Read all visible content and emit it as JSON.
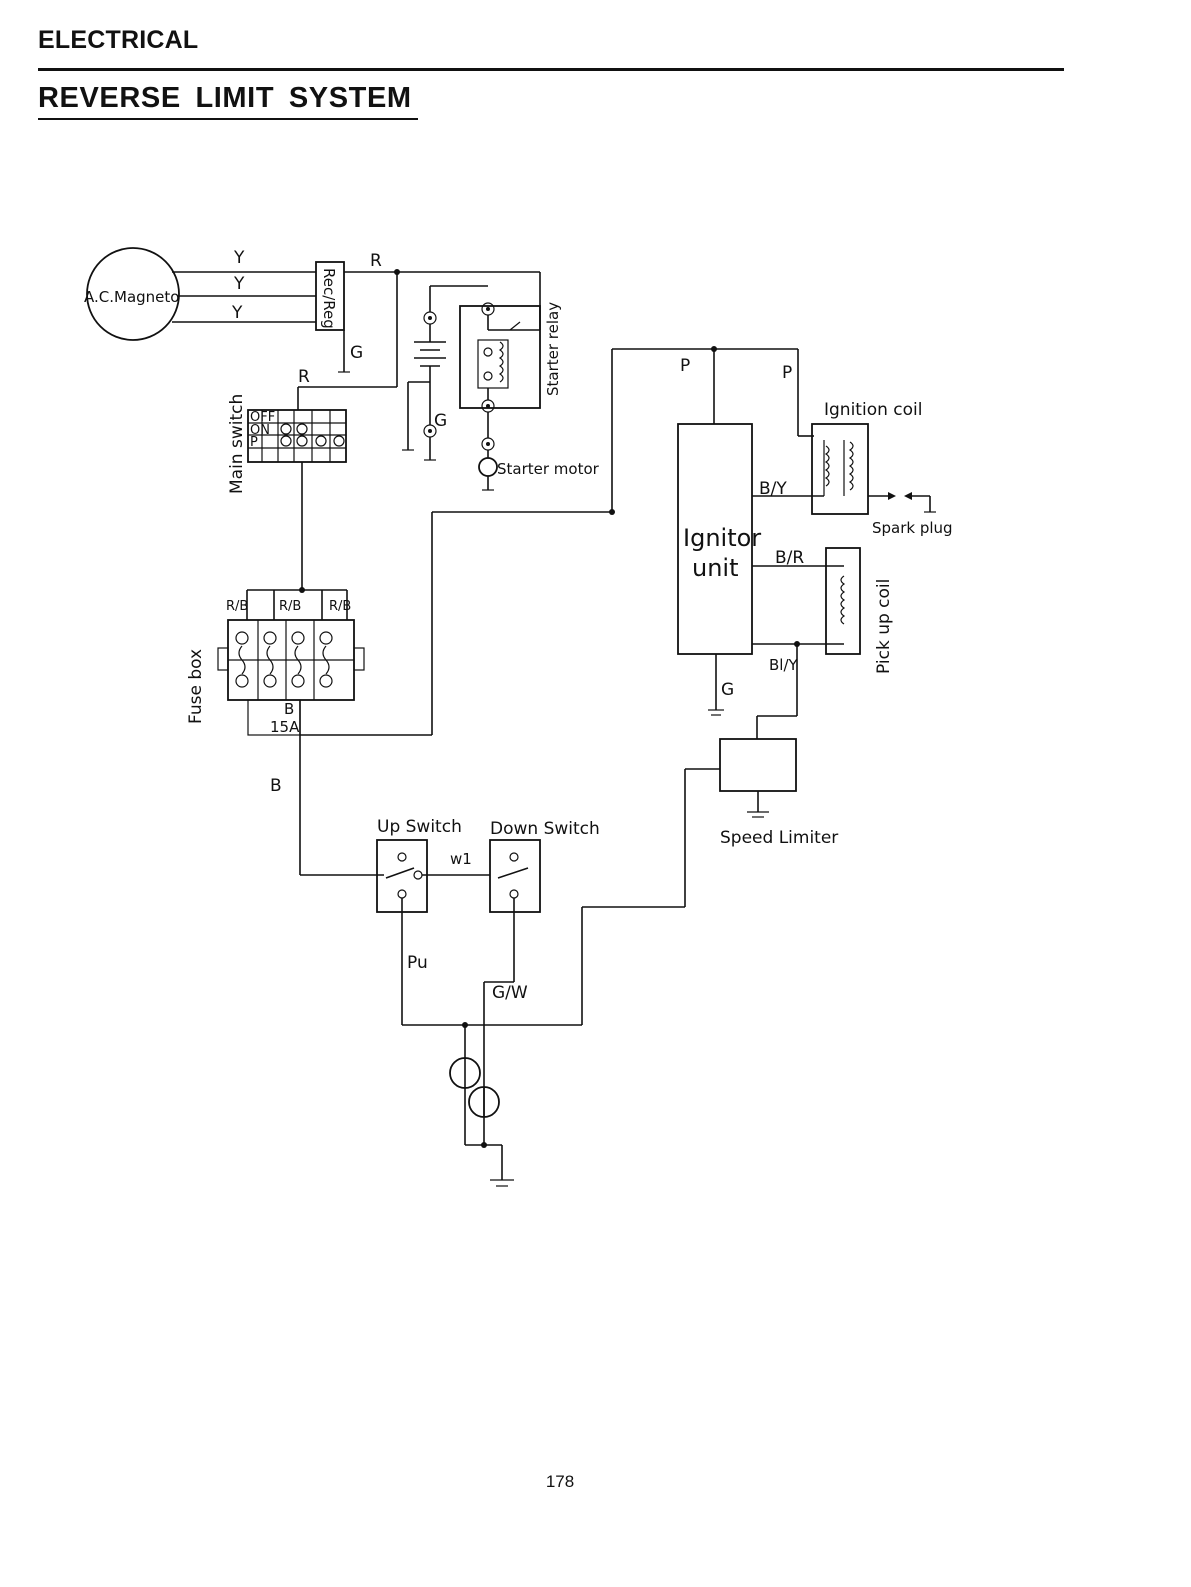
{
  "header": {
    "section": "ELECTRICAL",
    "title": "REVERSE LIMIT SYSTEM"
  },
  "page_number": "178",
  "components": {
    "magneto": "A.C.Magneto",
    "rectifier": "Rec/Reg",
    "main_switch": "Main switch",
    "main_switch_positions": [
      "OFF",
      "ON",
      "P"
    ],
    "starter_relay": "Starter relay",
    "starter_motor": "Starter motor",
    "ignitor_line1": "Ignitor",
    "ignitor_line2": "unit",
    "ignition_coil": "Ignition coil",
    "spark_plug": "Spark plug",
    "pickup_coil": "Pick up coil",
    "fuse_box": "Fuse box",
    "fuse_rating": "15A",
    "speed_limiter": "Speed Limiter",
    "up_switch": "Up Switch",
    "down_switch": "Down Switch"
  },
  "wires": {
    "yellow": "Y",
    "red": "R",
    "green": "G",
    "pink": "P",
    "black_yellow": "B/Y",
    "black_red": "B/R",
    "blue_yellow": "Bl/Y",
    "red_black": "R/B",
    "black": "B",
    "link": "w1",
    "purple": "Pu",
    "green_white": "G/W"
  }
}
